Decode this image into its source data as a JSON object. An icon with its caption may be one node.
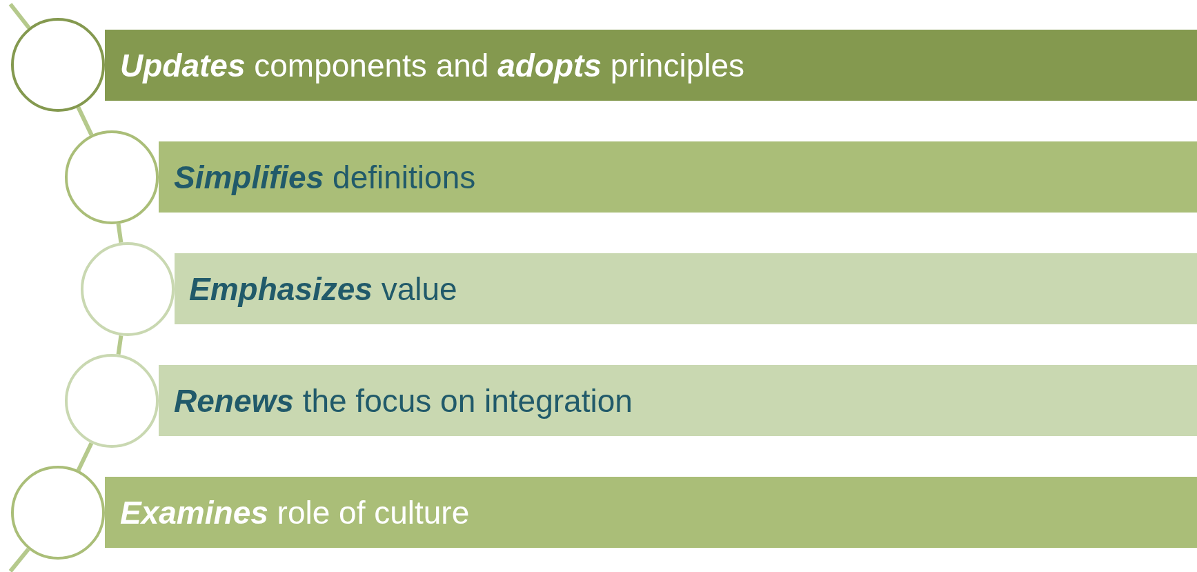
{
  "diagram": {
    "nodes": [
      {
        "text": [],
        "shape": "circle"
      },
      {
        "text": [
          "**Updates** components and **adopts** principles"
        ]
      },
      {
        "text": [],
        "shape": "circle"
      },
      {
        "text": [
          "**Simplifies** definitions"
        ]
      },
      {
        "text": [],
        "shape": "circle"
      },
      {
        "text": [
          "**Emphasizes** value"
        ]
      },
      {
        "text": [],
        "shape": "circle"
      },
      {
        "text": [
          "**Renews** the focus on integration"
        ]
      },
      {
        "text": [],
        "shape": "circle"
      },
      {
        "text": [
          "**Examines** role of culture"
        ]
      }
    ],
    "edges": [
      {
        "from": null,
        "to": 0,
        "arrow": "none"
      },
      {
        "from": 0,
        "to": 2,
        "arrow": "none"
      },
      {
        "from": 2,
        "to": 4,
        "arrow": "none"
      },
      {
        "from": 4,
        "to": 6,
        "arrow": "none"
      },
      {
        "from": 6,
        "to": 8,
        "arrow": "none"
      },
      {
        "from": 8,
        "to": null,
        "arrow": "none"
      }
    ]
  }
}
